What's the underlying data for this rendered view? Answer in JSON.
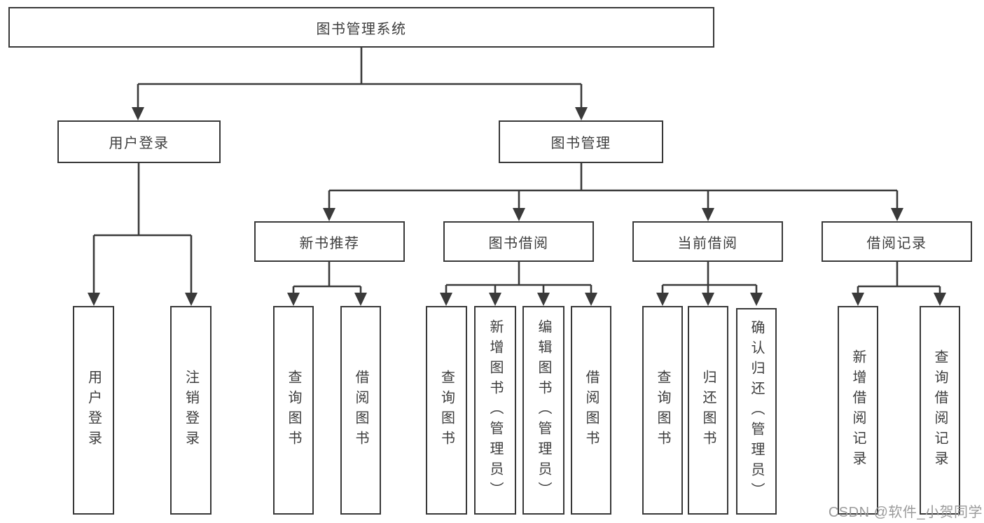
{
  "diagram": {
    "root": {
      "label": "图书管理系统"
    },
    "branches": [
      {
        "label": "用户登录",
        "children": [
          {
            "label": "用户登录"
          },
          {
            "label": "注销登录"
          }
        ]
      },
      {
        "label": "图书管理",
        "children": [
          {
            "label": "新书推荐",
            "children": [
              {
                "label": "查询图书"
              },
              {
                "label": "借阅图书"
              }
            ]
          },
          {
            "label": "图书借阅",
            "children": [
              {
                "label": "查询图书"
              },
              {
                "label": "新增图书（管理员）"
              },
              {
                "label": "编辑图书（管理员）"
              },
              {
                "label": "借阅图书"
              }
            ]
          },
          {
            "label": "当前借阅",
            "children": [
              {
                "label": "查询图书"
              },
              {
                "label": "归还图书"
              },
              {
                "label": "确认归还（管理员）"
              }
            ]
          },
          {
            "label": "借阅记录",
            "children": [
              {
                "label": "新增借阅记录"
              },
              {
                "label": "查询借阅记录"
              }
            ]
          }
        ]
      }
    ]
  },
  "watermark": {
    "text": "CSDN @软件_小贺同学"
  },
  "colors": {
    "line": "#3a3a3a",
    "box_border": "#383838",
    "text": "#3d3d3d",
    "watermark": "#9b9b9b",
    "background": "#ffffff"
  }
}
